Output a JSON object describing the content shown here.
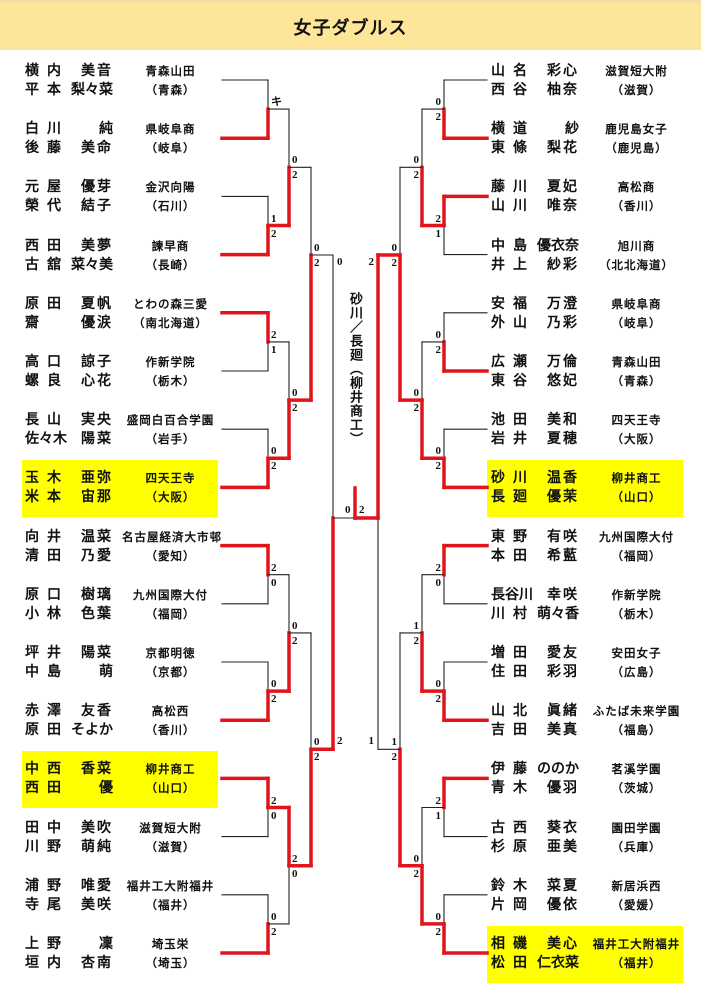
{
  "title": "女子ダブルス",
  "champion": "砂川／長廻（柳井商工）",
  "colors": {
    "winner_line": "#E0141B",
    "highlight": "#FFFF00",
    "title_bg": "#FDE59A"
  },
  "left": {
    "entries": [
      {
        "p1": [
          "横内",
          "美音"
        ],
        "p2": [
          "平本",
          "梨々菜"
        ],
        "school": "青森山田",
        "pref": "（青森）"
      },
      {
        "p1": [
          "白川",
          "純"
        ],
        "p2": [
          "後藤",
          "美命"
        ],
        "school": "県岐阜商",
        "pref": "（岐阜）"
      },
      {
        "p1": [
          "元屋",
          "優芽"
        ],
        "p2": [
          "榮代",
          "結子"
        ],
        "school": "金沢向陽",
        "pref": "（石川）"
      },
      {
        "p1": [
          "西田",
          "美夢"
        ],
        "p2": [
          "古舘",
          "菜々美"
        ],
        "school": "諫早商",
        "pref": "（長崎）"
      },
      {
        "p1": [
          "原田",
          "夏帆"
        ],
        "p2": [
          "齋",
          "優涙"
        ],
        "school": "とわの森三愛",
        "pref": "（南北海道）"
      },
      {
        "p1": [
          "高口",
          "諒子"
        ],
        "p2": [
          "螺良",
          "心花"
        ],
        "school": "作新学院",
        "pref": "（栃木）"
      },
      {
        "p1": [
          "長山",
          "実央"
        ],
        "p2": [
          "佐々木",
          "陽菜"
        ],
        "school": "盛岡白百合学園",
        "pref": "（岩手）"
      },
      {
        "p1": [
          "玉木",
          "亜弥"
        ],
        "p2": [
          "米本",
          "宙那"
        ],
        "school": "四天王寺",
        "pref": "（大阪）",
        "highlight": true
      },
      {
        "p1": [
          "向井",
          "温菜"
        ],
        "p2": [
          "清田",
          "乃愛"
        ],
        "school": "名古屋経済大市邨",
        "pref": "（愛知）"
      },
      {
        "p1": [
          "原口",
          "樹璃"
        ],
        "p2": [
          "小林",
          "色葉"
        ],
        "school": "九州国際大付",
        "pref": "（福岡）"
      },
      {
        "p1": [
          "坪井",
          "陽菜"
        ],
        "p2": [
          "中島",
          "萌"
        ],
        "school": "京都明徳",
        "pref": "（京都）"
      },
      {
        "p1": [
          "赤澤",
          "友香"
        ],
        "p2": [
          "原田",
          "そよか"
        ],
        "school": "高松西",
        "pref": "（香川）"
      },
      {
        "p1": [
          "中西",
          "香菜"
        ],
        "p2": [
          "西田",
          "優"
        ],
        "school": "柳井商工",
        "pref": "（山口）",
        "highlight": true
      },
      {
        "p1": [
          "田中",
          "美吹"
        ],
        "p2": [
          "川野",
          "萌純"
        ],
        "school": "滋賀短大附",
        "pref": "（滋賀）"
      },
      {
        "p1": [
          "浦野",
          "唯愛"
        ],
        "p2": [
          "寺尾",
          "美咲"
        ],
        "school": "福井工大附福井",
        "pref": "（福井）"
      },
      {
        "p1": [
          "上野",
          "凜"
        ],
        "p2": [
          "垣内",
          "杏南"
        ],
        "school": "埼玉栄",
        "pref": "（埼玉）"
      }
    ],
    "r1": [
      [
        "キ",
        ""
      ],
      [
        "1",
        "2"
      ],
      [
        "2",
        "1"
      ],
      [
        "0",
        "2"
      ],
      [
        "2",
        "0"
      ],
      [
        "0",
        "2"
      ],
      [
        "2",
        "0"
      ],
      [
        "0",
        "2"
      ]
    ],
    "r2": [
      [
        "0",
        "2"
      ],
      [
        "0",
        "2"
      ],
      [
        "0",
        "2"
      ],
      [
        "2",
        "0"
      ]
    ],
    "r3": [
      [
        "0",
        "2"
      ],
      [
        "0",
        "2"
      ]
    ],
    "semi": [
      "0",
      "2"
    ]
  },
  "right": {
    "entries": [
      {
        "p1": [
          "山名",
          "彩心"
        ],
        "p2": [
          "西谷",
          "柚奈"
        ],
        "school": "滋賀短大附",
        "pref": "（滋賀）"
      },
      {
        "p1": [
          "横道",
          "紗"
        ],
        "p2": [
          "東條",
          "梨花"
        ],
        "school": "鹿児島女子",
        "pref": "（鹿児島）"
      },
      {
        "p1": [
          "藤川",
          "夏妃"
        ],
        "p2": [
          "山川",
          "唯奈"
        ],
        "school": "高松商",
        "pref": "（香川）"
      },
      {
        "p1": [
          "中島",
          "優衣奈"
        ],
        "p2": [
          "井上",
          "紗彩"
        ],
        "school": "旭川商",
        "pref": "（北北海道）"
      },
      {
        "p1": [
          "安福",
          "万澄"
        ],
        "p2": [
          "外山",
          "乃彩"
        ],
        "school": "県岐阜商",
        "pref": "（岐阜）"
      },
      {
        "p1": [
          "広瀬",
          "万倫"
        ],
        "p2": [
          "東谷",
          "悠妃"
        ],
        "school": "青森山田",
        "pref": "（青森）"
      },
      {
        "p1": [
          "池田",
          "美和"
        ],
        "p2": [
          "岩井",
          "夏穂"
        ],
        "school": "四天王寺",
        "pref": "（大阪）"
      },
      {
        "p1": [
          "砂川",
          "温香"
        ],
        "p2": [
          "長廻",
          "優茉"
        ],
        "school": "柳井商工",
        "pref": "（山口）",
        "highlight": true
      },
      {
        "p1": [
          "東野",
          "有咲"
        ],
        "p2": [
          "本田",
          "希藍"
        ],
        "school": "九州国際大付",
        "pref": "（福岡）"
      },
      {
        "p1": [
          "長谷川",
          "幸咲"
        ],
        "p2": [
          "川村",
          "萌々香"
        ],
        "school": "作新学院",
        "pref": "（栃木）"
      },
      {
        "p1": [
          "増田",
          "愛友"
        ],
        "p2": [
          "住田",
          "彩羽"
        ],
        "school": "安田女子",
        "pref": "（広島）"
      },
      {
        "p1": [
          "山北",
          "眞緒"
        ],
        "p2": [
          "吉田",
          "美真"
        ],
        "school": "ふたば未来学園",
        "pref": "（福島）"
      },
      {
        "p1": [
          "伊藤",
          "ののか"
        ],
        "p2": [
          "青木",
          "優羽"
        ],
        "school": "茗溪学園",
        "pref": "（茨城）"
      },
      {
        "p1": [
          "古西",
          "葵衣"
        ],
        "p2": [
          "杉原",
          "亜美"
        ],
        "school": "園田学園",
        "pref": "（兵庫）"
      },
      {
        "p1": [
          "鈴木",
          "菜夏"
        ],
        "p2": [
          "片岡",
          "優依"
        ],
        "school": "新居浜西",
        "pref": "（愛媛）"
      },
      {
        "p1": [
          "相磯",
          "美心"
        ],
        "p2": [
          "松田",
          "仁衣菜"
        ],
        "school": "福井工大附福井",
        "pref": "（福井）",
        "highlight": true
      }
    ],
    "r1": [
      [
        "0",
        "2"
      ],
      [
        "2",
        "1"
      ],
      [
        "0",
        "2"
      ],
      [
        "0",
        "2"
      ],
      [
        "2",
        "0"
      ],
      [
        "0",
        "2"
      ],
      [
        "2",
        "1"
      ],
      [
        "0",
        "2"
      ]
    ],
    "r2": [
      [
        "0",
        "2"
      ],
      [
        "0",
        "2"
      ],
      [
        "1",
        "2"
      ],
      [
        "0",
        "2"
      ]
    ],
    "r3": [
      [
        "0",
        "2"
      ],
      [
        "1",
        "2"
      ]
    ],
    "semi": [
      "2",
      "1"
    ]
  },
  "final": [
    "0",
    "2"
  ]
}
